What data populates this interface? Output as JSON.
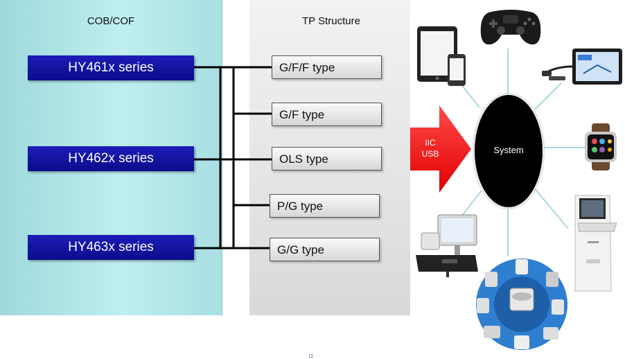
{
  "cob_panel": {
    "title": "COB/COF"
  },
  "tp_panel": {
    "title": "TP Structure"
  },
  "series": [
    {
      "label": "HY461x series"
    },
    {
      "label": "HY462x series"
    },
    {
      "label": "HY463x series"
    }
  ],
  "tp_types": [
    {
      "label": "G/F/F type"
    },
    {
      "label": "G/F type"
    },
    {
      "label": "OLS type"
    },
    {
      "label": "P/G type"
    },
    {
      "label": "G/G type"
    }
  ],
  "interface_arrow": {
    "line1": "IIC",
    "line2": "USB",
    "color": "#ff1a1a"
  },
  "system": {
    "label": "System"
  },
  "devices": [
    {
      "icon": "tablet-phone-icon"
    },
    {
      "icon": "gamepad-icon"
    },
    {
      "icon": "car-navigation-icon"
    },
    {
      "icon": "smartwatch-icon"
    },
    {
      "icon": "kiosk-terminal-icon"
    },
    {
      "icon": "home-appliances-icon"
    },
    {
      "icon": "pos-terminal-icon"
    }
  ],
  "colors": {
    "series_box": "#0c0c8c",
    "cob_panel": "#b0e6e8",
    "spoke": "#a8d8e0"
  }
}
